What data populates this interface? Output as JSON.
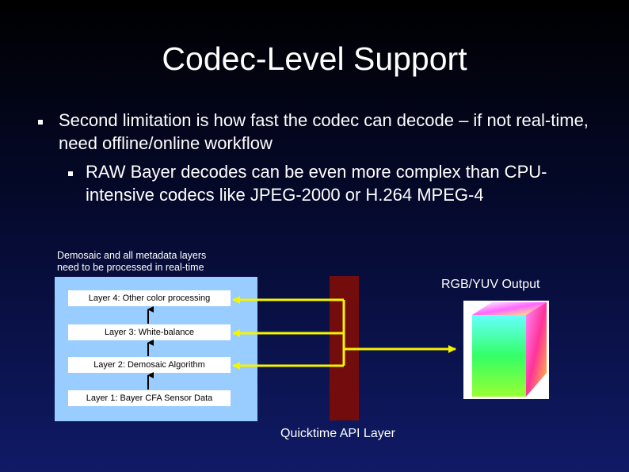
{
  "slide": {
    "title": "Codec-Level Support",
    "bullets": [
      "Second limitation is how fast the codec can decode – if not real-time, need offline/online workflow",
      "RAW Bayer decodes can be even more complex than CPU-intensive codecs like JPEG-2000 or H.264 MPEG-4"
    ]
  },
  "diagram": {
    "note": "Demosaic and all metadata layers\nneed to be processed in real-time",
    "layers": [
      "Layer 4: Other color processing",
      "Layer 3: White-balance",
      "Layer 2: Demosaic Algorithm",
      "Layer 1: Bayer CFA Sensor Data"
    ],
    "output_label": "RGB/YUV Output",
    "api_label": "Quicktime API Layer"
  },
  "colors": {
    "panel": "#99ccff",
    "api_bar": "#730d0d",
    "arrows_yellow": "#f5f500",
    "arrows_black": "#000000",
    "background_top": "#000000",
    "background_bottom": "#101a66"
  },
  "icons": {
    "bullet": "square-bullet-icon",
    "cube": "rgb-color-cube-icon"
  }
}
